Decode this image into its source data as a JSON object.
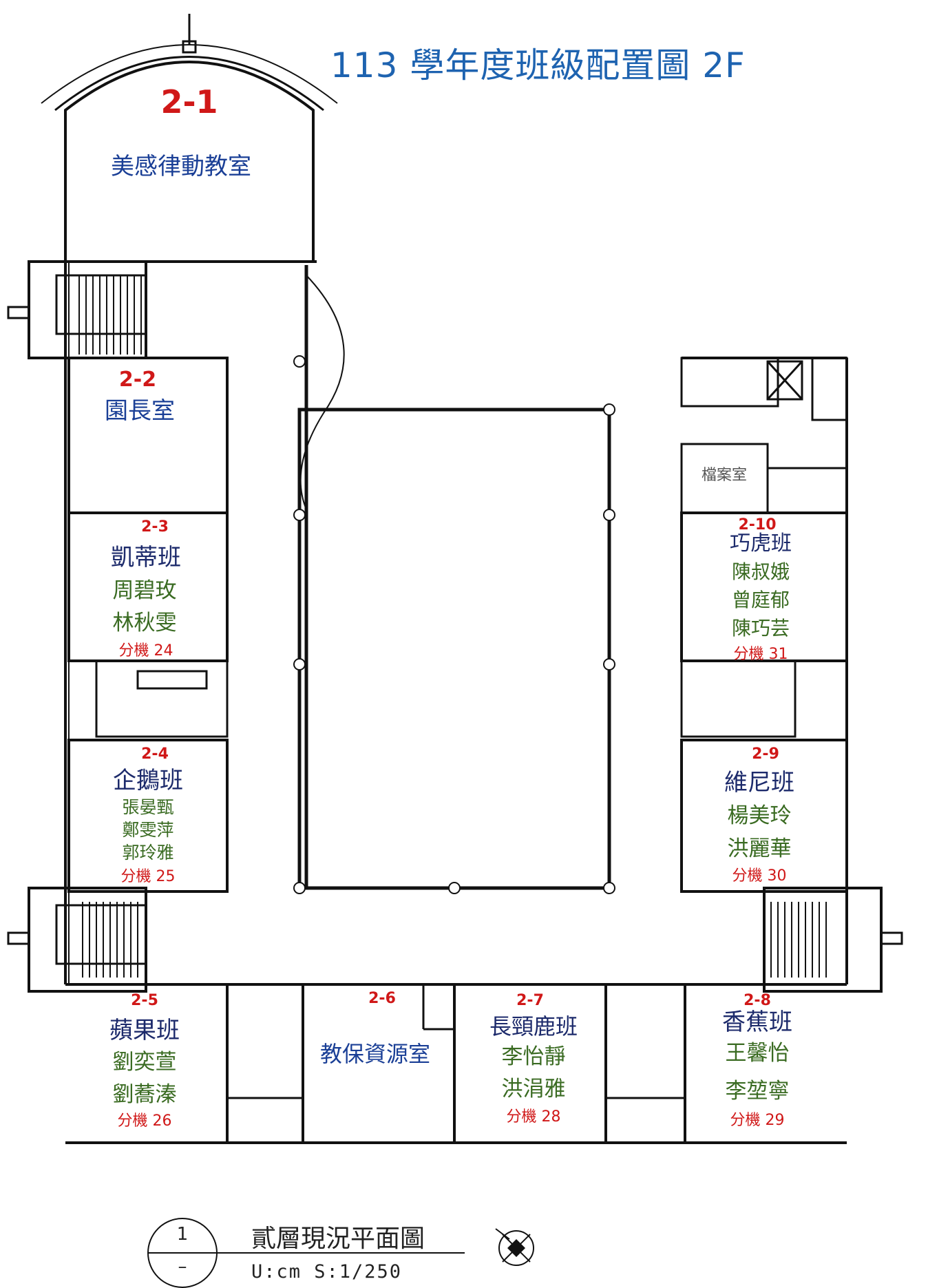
{
  "title": "113 學年度班級配置圖 2F",
  "rooms": {
    "r1": {
      "number": "2-1",
      "name": "美感律動教室"
    },
    "r2": {
      "number": "2-2",
      "name": "園長室"
    },
    "r3": {
      "number": "2-3",
      "class_name": "凱蒂班",
      "teachers": [
        "周碧玫",
        "林秋雯"
      ],
      "extension": "分機 24"
    },
    "r4": {
      "number": "2-4",
      "class_name": "企鵝班",
      "teachers": [
        "張晏甄",
        "鄭雯萍",
        "郭玲雅"
      ],
      "extension": "分機 25"
    },
    "r5": {
      "number": "2-5",
      "class_name": "蘋果班",
      "teachers": [
        "劉奕萱",
        "劉蕎溱"
      ],
      "extension": "分機 26"
    },
    "r6": {
      "number": "2-6",
      "name": "教保資源室"
    },
    "r7": {
      "number": "2-7",
      "class_name": "長頸鹿班",
      "teachers": [
        "李怡靜",
        "洪涓雅"
      ],
      "extension": "分機 28"
    },
    "r8": {
      "number": "2-8",
      "class_name": "香蕉班",
      "teachers": [
        "王馨怡",
        "李堃寧"
      ],
      "extension": "分機 29"
    },
    "r9": {
      "number": "2-9",
      "class_name": "維尼班",
      "teachers": [
        "楊美玲",
        "洪麗華"
      ],
      "extension": "分機 30"
    },
    "r10": {
      "number": "2-10",
      "class_name": "巧虎班",
      "teachers": [
        "陳叔娥",
        "曾庭郁",
        "陳巧芸"
      ],
      "extension": "分機 31"
    }
  },
  "archive_room": "檔案室",
  "footer": {
    "circle_top": "1",
    "circle_bottom": "–",
    "plan_title": "貳層現況平面圖",
    "scale": "U:cm  S:1/250"
  },
  "colors": {
    "title": "#1e63b0",
    "room_number": "#d01818",
    "room_name": "#1a3f96",
    "teacher": "#3a6b22",
    "wall": "#111111"
  }
}
